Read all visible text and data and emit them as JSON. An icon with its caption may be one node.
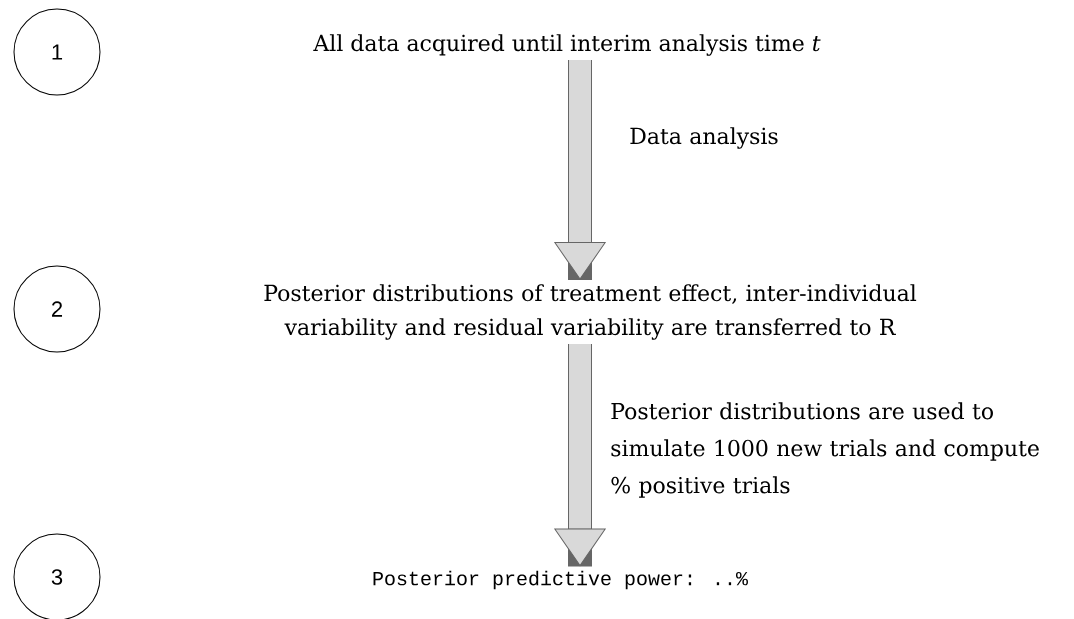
{
  "diagram": {
    "nodes": [
      {
        "text": [
          "1"
        ]
      },
      {
        "text": [
          "All data acquired until interim analysis time *t*"
        ]
      },
      {
        "text": [
          "2"
        ]
      },
      {
        "text": [
          "Posterior distributions of treatment effect, inter-individual variability and residual variability are transferred to R"
        ]
      },
      {
        "text": [
          "3"
        ]
      },
      {
        "text": [
          "Posterior predictive power: ..%"
        ]
      }
    ],
    "edges": [
      {
        "from": 1,
        "to": 3,
        "arrow": "to",
        "label": "Data analysis"
      },
      {
        "from": 3,
        "to": 5,
        "arrow": "to",
        "label": "Posterior distributions are used to simulate 1000 new trials and compute % positive trials"
      }
    ]
  }
}
